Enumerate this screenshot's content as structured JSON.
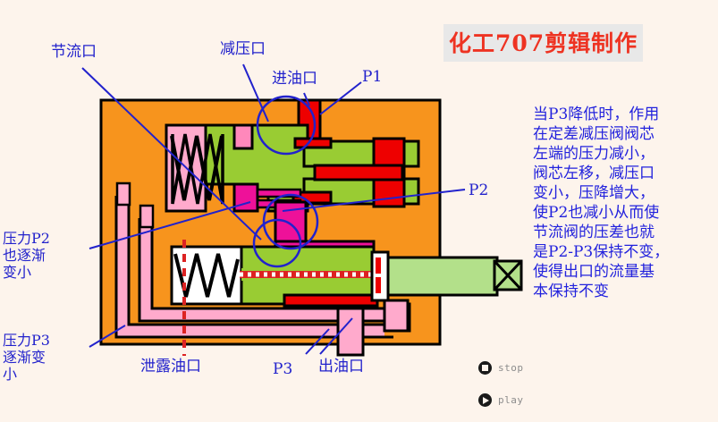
{
  "watermark": {
    "text": "化工707剪辑制作",
    "color": "#ee3322"
  },
  "description": {
    "text": "当P3降低时，作用\n在定差减压阀阀芯\n左端的压力减小，\n阀芯左移，减压口\n变小，压降增大，\n使P2也减小从而使\n节流阀的压差也就\n是P2-P3保持不变，\n使得出口的流量基\n本保持不变",
    "color": "#2222dd"
  },
  "labels": {
    "throttle_port": "节流口",
    "reducing_port": "减压口",
    "oil_inlet": "进油口",
    "p1": "P1",
    "p2": "P2",
    "pressure_p2_left": "压力P2\n也逐渐\n变小",
    "pressure_p3_left": "压力P3\n逐渐变\n小",
    "drain_port": "泄露油口",
    "p3": "P3",
    "oil_outlet": "出油口",
    "color": "#2222cc"
  },
  "controls": {
    "stop": "stop",
    "play": "play",
    "icon_color": "#1a1a1a",
    "text_color": "#8c8c8c"
  },
  "diagram": {
    "title": "pressure-compensated flow control valve schematic",
    "colors": {
      "body": "#f7941d",
      "body_alt": "#ff9900",
      "spring_chamber": "#ffaacc",
      "spool": "#99cc33",
      "high_pressure": "#ee0000",
      "medium_pressure": "#ee1199",
      "return_line": "#ffaacc",
      "rod": "#b3e08a",
      "white_chamber": "#ffffff",
      "outline": "#000000",
      "leader": "#2222cc",
      "centerline": "#dd2222"
    },
    "parts": [
      "orange valve body",
      "pressure reducing valve spool",
      "reducing valve spring",
      "throttle valve spool",
      "throttle valve spring",
      "actuator piston rod",
      "load cross box",
      "inlet passage P1",
      "intermediate passage P2",
      "outlet passage P3",
      "drain line"
    ]
  }
}
